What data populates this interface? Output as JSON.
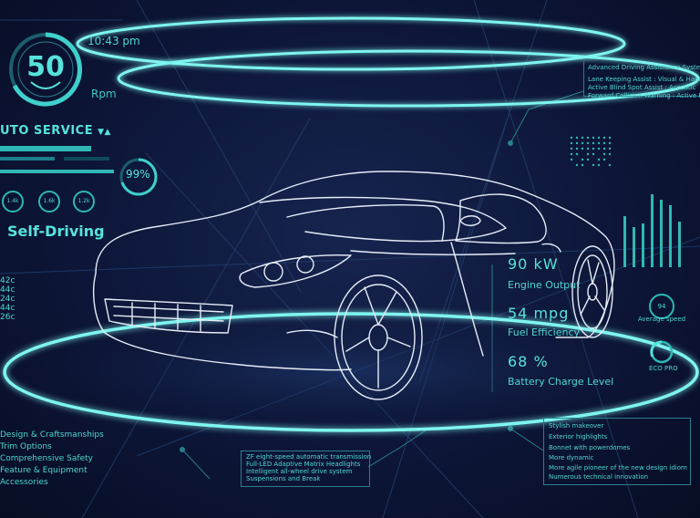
{
  "gauge": {
    "value": "50",
    "unit": "Rpm",
    "time": "10:43 pm"
  },
  "left_panel": {
    "service_title": "UTO SERVICE",
    "progress_percent": "99%",
    "progress_fraction": 0.99,
    "mini_gauges": [
      "1.4k",
      "1.6k",
      "1.2k"
    ],
    "mode_title": "Self-Driving",
    "numbers": [
      "42c",
      "44c",
      "24c",
      "44c",
      "26c"
    ]
  },
  "top_right_info": {
    "title": "Advanced Driving Assistance System",
    "lines": [
      "Lane Keeping Assist : Visual & Haptic",
      "Active Blind Spot Assist : Acoustic",
      "Forward Collision Warning : Active Brake"
    ]
  },
  "stats": [
    {
      "value": "90 kW",
      "label": "Engine Output"
    },
    {
      "value": "54 mpg",
      "label": "Fuel Efficiency"
    },
    {
      "value": "68 %",
      "label": "Battery Charge Level"
    }
  ],
  "right_gauges": {
    "avg_speed_value": "94",
    "avg_speed_label": "Average speed",
    "eco_label": "ECO PRO"
  },
  "bottom_left_list": [
    "Design & Craftsmanships",
    "Trim Options",
    "Comprehensive Safety",
    "Feature & Equipment",
    "Accessories"
  ],
  "bottom_mid_list": [
    "ZF eight-speed automatic transmission",
    "Full-LED Adaptive Matrix Headlights",
    "Intelligent all-wheel drive system",
    "Suspensions and Break"
  ],
  "bottom_right_list": [
    "Stylish makeover",
    "Exterior highlights",
    "Bonnet with powerdomes",
    "More dynamic",
    "More agile pioneer of the new design idiom",
    "Numerous technical innovation"
  ],
  "colors": {
    "accent": "#3fd0cc",
    "background": "#0d1638",
    "car_line": "#e6eef7"
  }
}
